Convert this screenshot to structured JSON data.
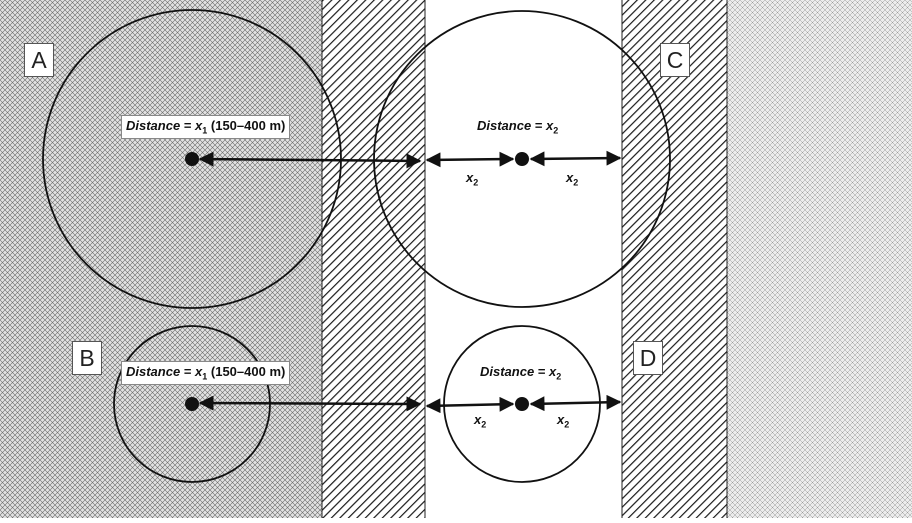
{
  "panels": {
    "a": "A",
    "b": "B",
    "c": "C",
    "d": "D"
  },
  "labels": {
    "distance_word": "Distance",
    "equals": " = ",
    "var_x": "x",
    "sub_1": "1",
    "sub_2": "2",
    "range": " (150–400 m)"
  },
  "colors": {
    "ink": "#111111",
    "crosshatch_bg": "#e2e2e2",
    "hatch_bg": "#ffffff",
    "hatch_line": "#1a1a1a"
  }
}
